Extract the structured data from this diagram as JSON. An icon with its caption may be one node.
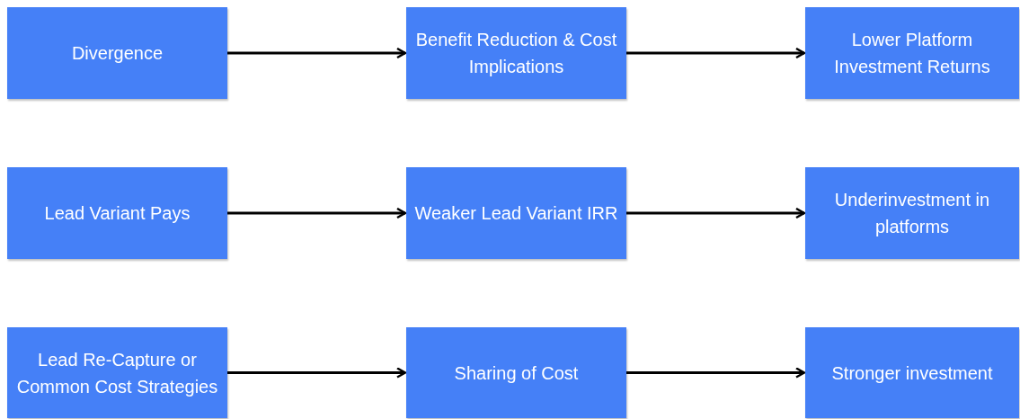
{
  "diagram": {
    "nodes": [
      {
        "text": [
          "Divergence"
        ]
      },
      {
        "text": [
          "Benefit Reduction & Cost Implications"
        ]
      },
      {
        "text": [
          "Lower Platform Investment Returns"
        ]
      },
      {
        "text": [
          "Lead Variant Pays"
        ]
      },
      {
        "text": [
          "Weaker Lead Variant IRR"
        ]
      },
      {
        "text": [
          "Underinvestment in platforms"
        ]
      },
      {
        "text": [
          "Lead Re-Capture or Common Cost Strategies"
        ]
      },
      {
        "text": [
          "Sharing of Cost"
        ]
      },
      {
        "text": [
          "Stronger investment"
        ]
      }
    ],
    "edges": [
      {
        "from": 0,
        "to": 1,
        "arrow": "to"
      },
      {
        "from": 1,
        "to": 2,
        "arrow": "to"
      },
      {
        "from": 3,
        "to": 4,
        "arrow": "to"
      },
      {
        "from": 4,
        "to": 5,
        "arrow": "to"
      },
      {
        "from": 6,
        "to": 7,
        "arrow": "to"
      },
      {
        "from": 7,
        "to": 8,
        "arrow": "to"
      }
    ]
  }
}
